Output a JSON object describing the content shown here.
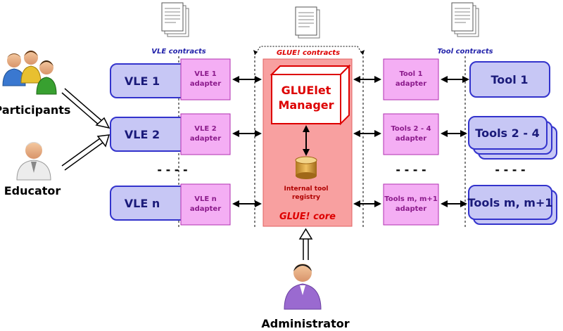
{
  "contracts": {
    "vle": "VLE contracts",
    "glue": "GLUE! contracts",
    "tool": "Tool contracts"
  },
  "actors": {
    "participants": "Participants",
    "educator": "Educator",
    "administrator": "Administrator"
  },
  "vles": [
    {
      "label": "VLE  1",
      "adapter_line1": "VLE  1",
      "adapter_line2": "adapter"
    },
    {
      "label": "VLE  2",
      "adapter_line1": "VLE  2",
      "adapter_line2": "adapter"
    },
    {
      "label": "VLE  n",
      "adapter_line1": "VLE  n",
      "adapter_line2": "adapter"
    }
  ],
  "tools": [
    {
      "label": "Tool  1",
      "adapter_line1": "Tool  1",
      "adapter_line2": "adapter"
    },
    {
      "label": "Tools  2 - 4",
      "adapter_line1": "Tools  2 - 4",
      "adapter_line2": "adapter"
    },
    {
      "label": "Tools  m, m+1",
      "adapter_line1": "Tools  m, m+1",
      "adapter_line2": "adapter"
    }
  ],
  "core": {
    "manager_line1": "GLUElet",
    "manager_line2": "Manager",
    "registry_line1": "Internal tool",
    "registry_line2": "registry",
    "label": "GLUE! core"
  },
  "ellipsis": "- - - -",
  "colors": {
    "vle_fill": "#c7c7f5",
    "vle_stroke": "#3333cc",
    "adapter_fill": "#f4aef4",
    "adapter_stroke": "#b030b0",
    "adapter_text": "#8b1a8b",
    "core_fill": "#f8a0a0",
    "core_stroke": "#e06060",
    "manager_stroke": "#dd0000",
    "accent_red": "#dd0000",
    "contract_blue": "#2222aa"
  }
}
